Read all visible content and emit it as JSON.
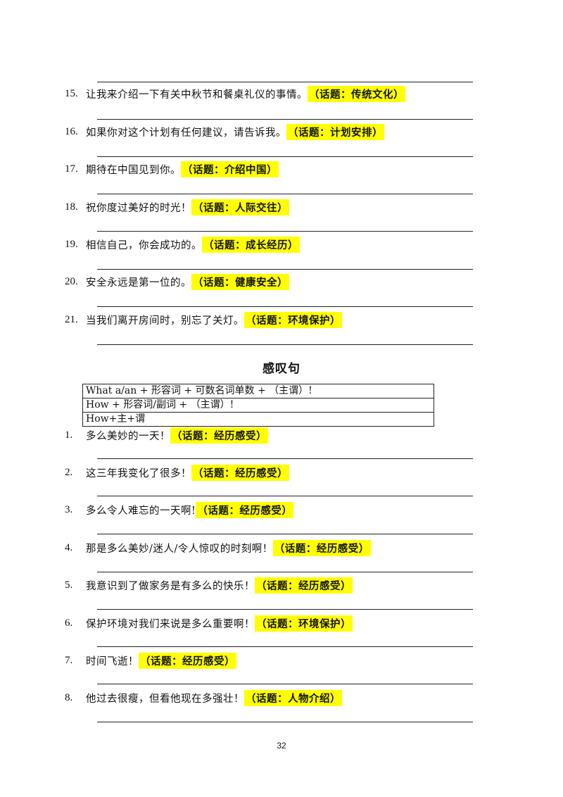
{
  "numbered_a": [
    {
      "num": "15.",
      "text": "让我来介绍一下有关中秋节和餐桌礼仪的事情。",
      "topic": "（话题：传统文化）"
    },
    {
      "num": "16.",
      "text": "如果你对这个计划有任何建议，请告诉我。",
      "topic": "（话题：计划安排）"
    },
    {
      "num": "17.",
      "text": "期待在中国见到你。",
      "topic": "（话题：介绍中国）"
    },
    {
      "num": "18.",
      "text": "祝你度过美好的时光！",
      "topic": "（话题：人际交往）"
    },
    {
      "num": "19.",
      "text": "相信自己，你会成功的。",
      "topic": "（话题：成长经历）"
    },
    {
      "num": "20.",
      "text": "安全永远是第一位的。",
      "topic": "（话题：健康安全）"
    },
    {
      "num": "21.",
      "text": "当我们离开房间时，别忘了关灯。",
      "topic": "（话题：环境保护）"
    }
  ],
  "section_title": "感叹句",
  "formula_rows": [
    "What a/an + 形容词 + 可数名词单数 + （主谓）!",
    "How + 形容词/副词 + （主谓）!",
    "How+主+谓"
  ],
  "numbered_b": [
    {
      "num": "1.",
      "text": "多么美妙的一天！",
      "topic": "（话题：经历感受）"
    },
    {
      "num": "2.",
      "text": "这三年我变化了很多！",
      "topic": "（话题：经历感受）"
    },
    {
      "num": "3.",
      "text": "多么令人难忘的一天啊!",
      "topic": "（话题：经历感受）"
    },
    {
      "num": "4.",
      "text": "那是多么美妙/迷人/令人惊叹的时刻啊！",
      "topic": "（话题：经历感受）"
    },
    {
      "num": "5.",
      "text": "我意识到了做家务是有多么的快乐！",
      "topic": "（话题：经历感受）"
    },
    {
      "num": "6.",
      "text": "保护环境对我们来说是多么重要啊！",
      "topic": "（话题：环境保护）"
    },
    {
      "num": "7.",
      "text": "时间飞逝！",
      "topic": "（话题：经历感受）"
    },
    {
      "num": "8.",
      "text": "他过去很瘦，但看他现在多强壮！",
      "topic": "（话题：人物介绍）"
    }
  ],
  "page_number": "32",
  "colors": {
    "highlight": "#ffff00",
    "rule": "#222222"
  }
}
